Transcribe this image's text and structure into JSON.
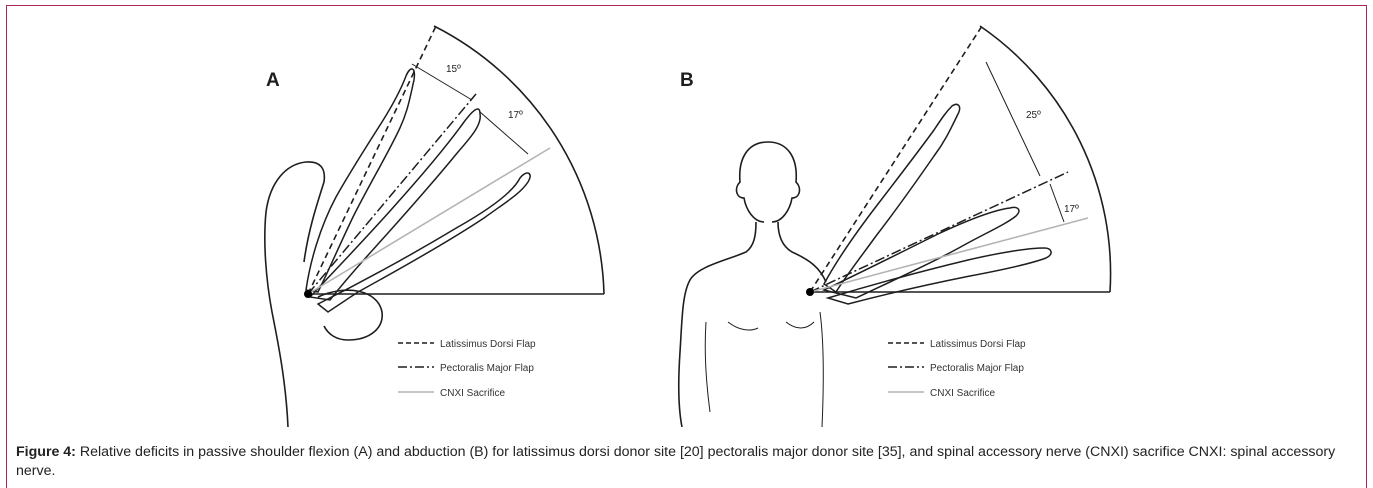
{
  "figure": {
    "panels": [
      {
        "letter": "A",
        "angles": [
          "15º",
          "17º"
        ],
        "legend": [
          "Latissimus Dorsi Flap",
          "Pectoralis Major Flap",
          "CNXI Sacrifice"
        ]
      },
      {
        "letter": "B",
        "angles": [
          "25º",
          "17º"
        ],
        "legend": [
          "Latissimus Dorsi Flap",
          "Pectoralis Major Flap",
          "CNXI Sacrifice"
        ]
      }
    ]
  },
  "caption": {
    "label": "Figure 4:",
    "text": " Relative deficits in passive shoulder flexion (A) and abduction (B) for latissimus dorsi donor site [20] pectoralis major donor site [35], and spinal accessory nerve (CNXI) sacrifice CNXI: spinal accessory nerve."
  },
  "colors": {
    "border": "#a8285a",
    "line": "#1e1e1e",
    "light_line": "#b4b4b4"
  },
  "legend_line_styles": [
    "dashed",
    "dash-dot",
    "solid-light"
  ]
}
